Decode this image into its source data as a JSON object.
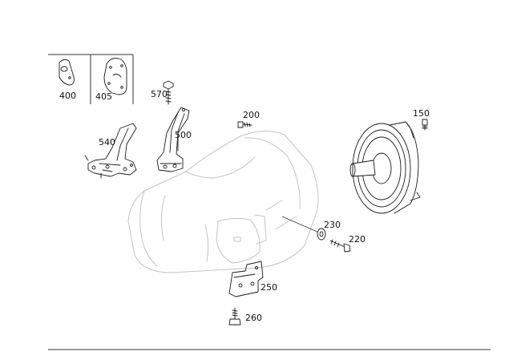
{
  "diagram": {
    "parts": [
      {
        "id": "p400",
        "label": "400"
      },
      {
        "id": "p405",
        "label": "405"
      },
      {
        "id": "p570",
        "label": "570"
      },
      {
        "id": "p500",
        "label": "500"
      },
      {
        "id": "p540",
        "label": "540"
      },
      {
        "id": "p200",
        "label": "200"
      },
      {
        "id": "p150",
        "label": "150"
      },
      {
        "id": "p230",
        "label": "230"
      },
      {
        "id": "p220",
        "label": "220"
      },
      {
        "id": "p250",
        "label": "250"
      },
      {
        "id": "p260",
        "label": "260"
      }
    ]
  }
}
